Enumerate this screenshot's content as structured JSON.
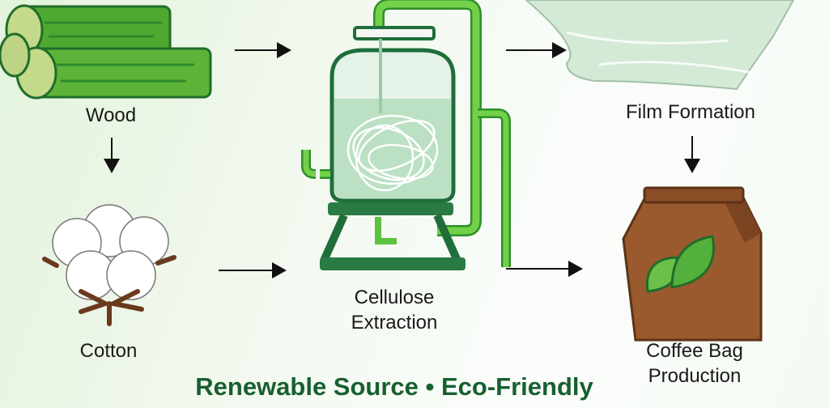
{
  "steps": {
    "wood": "Wood",
    "cotton": "Cotton",
    "extraction_line1": "Cellulose",
    "extraction_line2": "Extraction",
    "film": "Film Formation",
    "bag_line1": "Coffee Bag",
    "bag_line2": "Production"
  },
  "tagline": "Renewable Source • Eco-Friendly",
  "colors": {
    "tagline": "#17602f",
    "dark_green": "#1f6e3a",
    "pipe_green": "#6acb46",
    "bag_brown": "#9a5a2e"
  }
}
